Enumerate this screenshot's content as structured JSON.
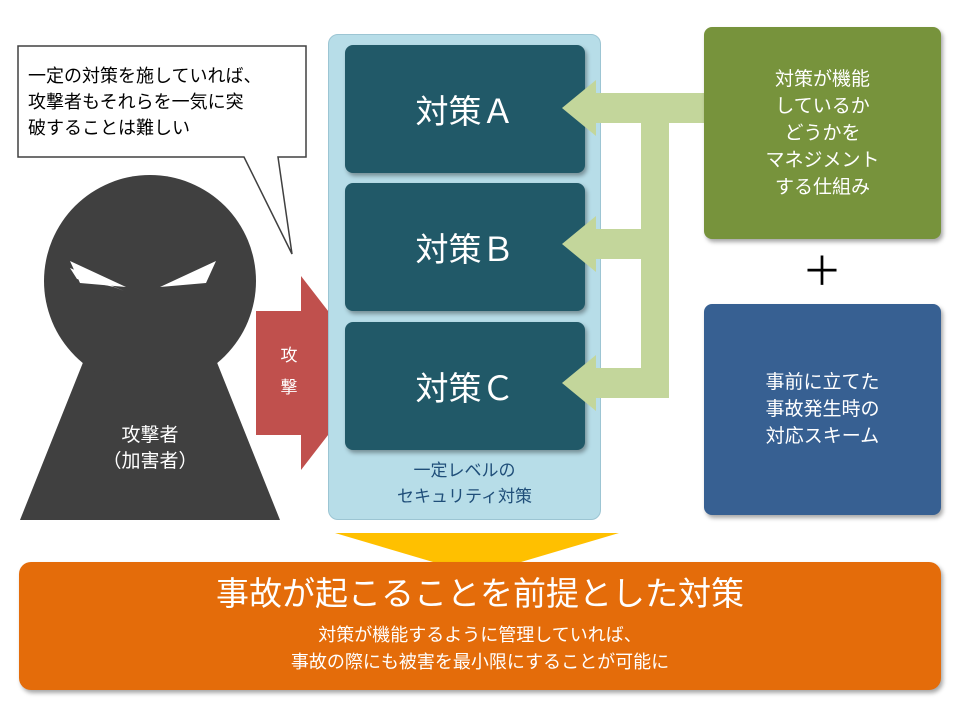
{
  "speech_bubble": {
    "text": "一定の対策を施していれば、\n攻撃者もそれらを一気に突\n破することは難しい"
  },
  "attacker": {
    "label": "攻撃者\n（加害者）"
  },
  "attack_arrow": {
    "label": "攻\n撃"
  },
  "measures": {
    "items": [
      {
        "label": "対策Ａ"
      },
      {
        "label": "対策Ｂ"
      },
      {
        "label": "対策Ｃ"
      }
    ],
    "caption": "一定レベルの\nセキュリティ対策"
  },
  "management_box": {
    "text": "対策が機能\nしているか\nどうかを\nマネジメント\nする仕組み"
  },
  "plus_sign": "＋",
  "response_box": {
    "text": "事前に立てた\n事故発生時の\n対応スキーム"
  },
  "conclusion": {
    "title": "事故が起こることを前提とした対策",
    "subtitle": "対策が機能するように管理していれば、\n事故の際にも被害を最小限にすることが可能に"
  },
  "colors": {
    "measure_box": "#215968",
    "panel": "#b7dde8",
    "attack_arrow": "#c0504d",
    "connector": "#c3d69b",
    "management_box": "#77933c",
    "response_box": "#376092",
    "conclusion_banner": "#e46c0a",
    "down_arrow": "#ffc000",
    "attacker": "#404040"
  }
}
